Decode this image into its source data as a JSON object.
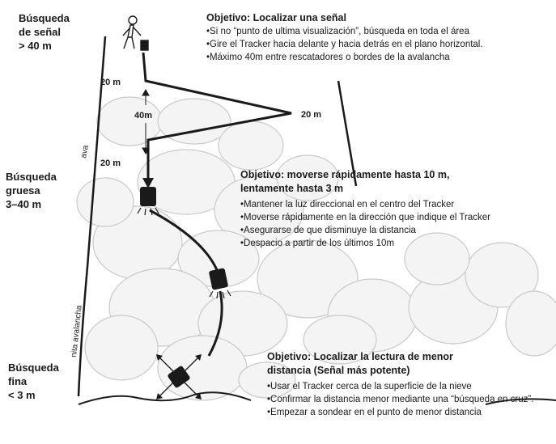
{
  "phases": [
    {
      "label_lines": [
        "Búsqueda",
        "de señal",
        "> 40 m"
      ]
    },
    {
      "label_lines": [
        "Búsqueda",
        "gruesa",
        "3–40 m"
      ]
    },
    {
      "label_lines": [
        "Búsqueda",
        "fina",
        "< 3 m"
      ]
    }
  ],
  "objectives": [
    {
      "heading_lines": [
        "Objetivo: Localizar una señal"
      ],
      "bullets": [
        "Si no “punto de ultima visualización”, búsqueda en toda el área",
        "Gire el Tracker hacia delante y hacia detrás en el plano horizontal.",
        "Máximo 40m entre rescatadores o bordes de la avalancha"
      ]
    },
    {
      "heading_lines": [
        "Objetivo: moverse rápidamente hasta 10 m,",
        "lentamente hasta 3 m"
      ],
      "bullets": [
        "Mantener la luz direccional en el centro del Tracker",
        "Moverse rápidamente en la dirección que indique el Tracker",
        "Asegurarse de que disminuye la distancia",
        "Despacio a partir de los últimos 10m"
      ]
    },
    {
      "heading_lines": [
        "Objetivo: Localizar la lectura de menor",
        "distancia (Señal más potente)"
      ],
      "bullets": [
        "Usar el Tracker cerca de la superficie de la nieve",
        "Confirmar la distancia menor mediante una “búsqueda en cruz”.",
        "Empezar a sondear en el punto de menor distancia"
      ]
    }
  ],
  "distance_labels": [
    "20 m",
    "40m",
    "20 m",
    "20 m"
  ],
  "path_labels": [
    "ava",
    "nita avalancha"
  ],
  "colors": {
    "ink": "#1a1a1a",
    "snow_fill": "#f4f4f4",
    "snow_stroke": "#c9c9c9"
  }
}
